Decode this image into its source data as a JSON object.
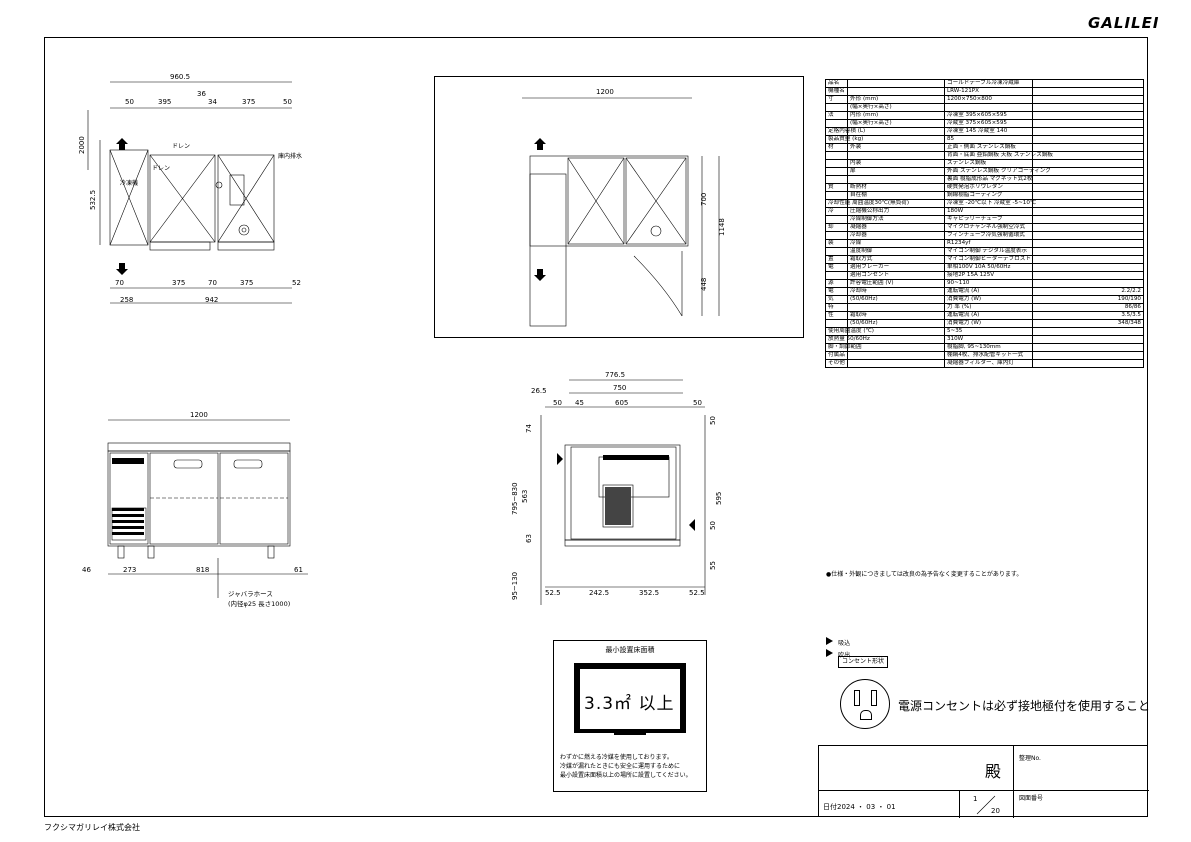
{
  "brand": "GALILEI",
  "company": "フクシマガリレイ株式会社",
  "views": {
    "top": {
      "overall": "960.5",
      "top_dims": [
        "50",
        "395",
        "36",
        "34",
        "375",
        "50"
      ],
      "left_dims": [
        "2000",
        "532.5"
      ],
      "labels": [
        "ドレン",
        "ドレン",
        "冷凍機",
        "庫内排水"
      ],
      "bottom_dims": [
        "70",
        "375",
        "70",
        "375",
        "52"
      ],
      "bottom_overall": [
        "258",
        "942"
      ]
    },
    "iso": {
      "width": "1200",
      "right_dims": [
        "700",
        "1148",
        "448"
      ]
    },
    "front": {
      "width": "1200",
      "bottom_dims": [
        "46",
        "273",
        "818",
        "61"
      ],
      "hose_label": "ジャバラホース",
      "hose_spec": "(内径φ25 長さ1000)"
    },
    "side": {
      "top_dims": [
        "776.5",
        "750",
        "26.5"
      ],
      "sub_dims": [
        "50",
        "45",
        "605",
        "50"
      ],
      "left_dims": [
        "74",
        "563",
        "63",
        "795~830",
        "95~130"
      ],
      "right_dims": [
        "50",
        "595",
        "50",
        "55"
      ],
      "bottom_dims": [
        "52.5",
        "242.5",
        "352.5",
        "52.5"
      ]
    }
  },
  "min_area": {
    "title": "最小設置床面積",
    "value": "3.3㎡ 以上",
    "note": [
      "わずかに燃える冷媒を使用しております。",
      "冷媒が漏れたときにも安全に運用するために",
      "最小設置床面積以上の場所に設置してください。"
    ]
  },
  "spec_rows": [
    [
      "品名",
      "",
      "コールドテーブル冷凍冷蔵庫",
      ""
    ],
    [
      "機種名",
      "",
      "LRW-121PX",
      ""
    ],
    [
      "寸",
      "外形 (mm)",
      "1200×750×800",
      ""
    ],
    [
      "",
      "(幅×奥行×高さ)",
      "",
      ""
    ],
    [
      "法",
      "内形 (mm)",
      "冷凍室  395×605×595",
      ""
    ],
    [
      "",
      "(幅×奥行×高さ)",
      "冷蔵室  375×605×595",
      ""
    ],
    [
      "定格内容積 (L)",
      "",
      "冷凍室  145   冷蔵室  140",
      ""
    ],
    [
      "製品質量 (kg)",
      "",
      "85",
      ""
    ],
    [
      "材",
      "外装",
      "正面・側面  ステンレス鋼板",
      ""
    ],
    [
      "",
      "",
      "背面・底面  亜鉛鋼板    天板  ステンレス鋼板",
      ""
    ],
    [
      "",
      "内装",
      "ステンレス鋼板",
      ""
    ],
    [
      "",
      "扉",
      "外面  ステンレス鋼板  クリアコーティング",
      ""
    ],
    [
      "",
      "",
      "裏面  樹脂成形品  マグネット式2枚",
      ""
    ],
    [
      "質",
      "断熱材",
      "硬質発泡ポリウレタン",
      ""
    ],
    [
      "",
      "自在棚",
      "鋼線樹脂コーティング",
      ""
    ],
    [
      "冷却性能  周囲温度30℃(無負荷)",
      "",
      "冷凍室  -20℃以下   冷蔵室  -5~10℃",
      ""
    ],
    [
      "冷",
      "圧縮機公称出力",
      "180W",
      ""
    ],
    [
      "",
      "冷媒制御方法",
      "キャピラリーチューブ",
      ""
    ],
    [
      "却",
      "凝縮器",
      "マイクロチャンネル強制空冷式",
      ""
    ],
    [
      "",
      "冷却器",
      "フィンチューブ冷気強制循環式",
      ""
    ],
    [
      "装",
      "冷媒",
      "R1234yf",
      ""
    ],
    [
      "",
      "温度制御",
      "マイコン制御  デジタル温度表示",
      ""
    ],
    [
      "置",
      "霜取方式",
      "マイコン制御ヒーターデフロスト",
      ""
    ],
    [
      "電",
      "適用ブレーカー",
      "単相100V  10A  50/60Hz",
      ""
    ],
    [
      "",
      "適用コンセント",
      "接地2P  15A  125V",
      ""
    ],
    [
      "源",
      "許容電圧範囲 (V)",
      "90~110",
      ""
    ],
    [
      "電",
      "冷却時",
      "運転電流 (A)",
      "2.2/2.2"
    ],
    [
      "気",
      "(50/60Hz)",
      "消費電力 (W)",
      "190/190"
    ],
    [
      "特",
      "",
      "力  率 (%)",
      "86/86"
    ],
    [
      "性",
      "霜取時",
      "運転電流 (A)",
      "3.5/3.5"
    ],
    [
      "",
      "(50/60Hz)",
      "消費電力 (W)",
      "348/348"
    ],
    [
      "使用周囲温度 (℃)",
      "",
      "5~35",
      ""
    ],
    [
      "放熱量  50/60Hz",
      "",
      "310W",
      ""
    ],
    [
      "脚・調節範囲",
      "",
      "樹脂脚, 95~130mm",
      ""
    ],
    [
      "付属品",
      "",
      "棚網4枚、排水配管キット一式",
      ""
    ],
    [
      "その他",
      "",
      "凝縮器フィルター、庫内灯",
      ""
    ]
  ],
  "note": "●仕様・外観につきましては改良の為予告なく変更することがあります。",
  "legend": {
    "intake": "吸込",
    "exhaust": "吹出",
    "outlet_title": "コンセント形状"
  },
  "outlet_note": "電源コンセントは必ず接地極付を使用すること",
  "title_block": {
    "honorific": "殿",
    "mgmt_no": "整理No.",
    "date": "日付2024 ・ 03 ・ 01",
    "scale_num": "1",
    "scale_den": "20",
    "drawing_no": "図面番号"
  }
}
